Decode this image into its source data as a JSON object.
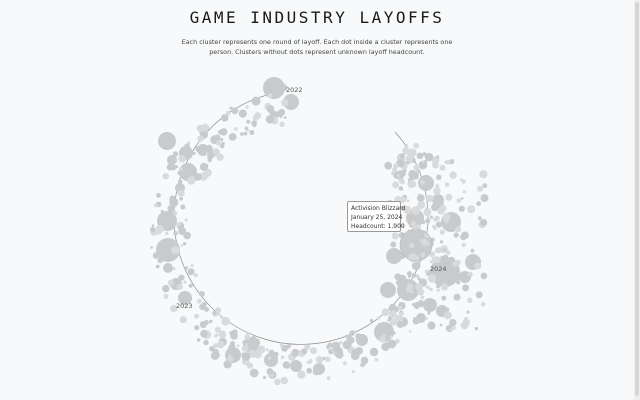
{
  "page": {
    "title": "GAME INDUSTRY LAYOFFS",
    "subtitle": "Each cluster represents one round of layoff. Each dot inside a cluster represents one person. Clusters without dots represent unknown layoff headcount."
  },
  "tooltip": {
    "company": "Activision Blizzard",
    "date": "January 25, 2024",
    "headcount": "Headcount: 1,900"
  },
  "chart_data": {
    "type": "circular-bubble",
    "title": "GAME INDUSTRY LAYOFFS",
    "year_labels": [
      "2022",
      "2023",
      "2024"
    ],
    "colors": {
      "bubble": "#c9cacc",
      "bubble_light": "#d9dadc",
      "arc": "#8c8c8c",
      "background": "#f8f9fa"
    },
    "highlighted": {
      "company": "Activision Blizzard",
      "date": "January 25, 2024",
      "headcount": 1900
    }
  }
}
